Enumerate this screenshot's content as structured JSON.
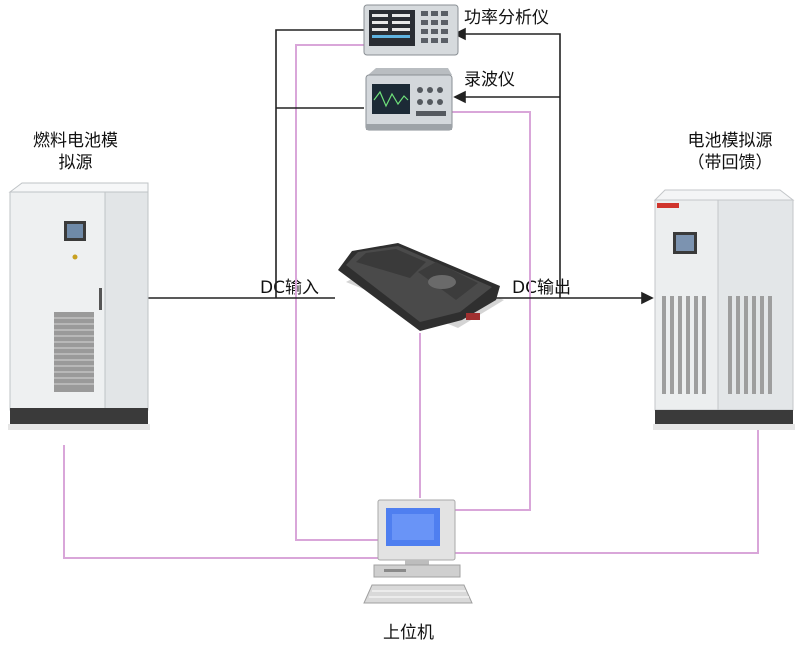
{
  "labels": {
    "fuel_cell_source": [
      "燃料电池模",
      "拟源"
    ],
    "battery_source": [
      "电池模拟源",
      "（带回馈）"
    ],
    "power_analyzer": "功率分析仪",
    "oscilloscope": "录波仪",
    "dc_input": "DC输入",
    "dc_output": "DC输出",
    "host_computer": "上位机"
  },
  "colors": {
    "wire_black": "#222222",
    "wire_pink": "#d9a6d9",
    "cabinet_body": "#eceeef",
    "cabinet_dark": "#3a3a3a",
    "monitor_screen": "#4f7ff0",
    "vent": "#9a9a9a",
    "brand_red": "#d0342c"
  }
}
